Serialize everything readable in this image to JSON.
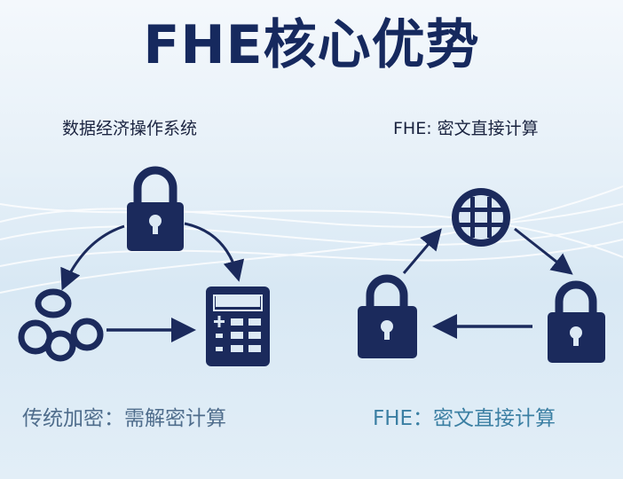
{
  "title": "FHE核心优势",
  "left_panel": {
    "subtitle": "数据经济操作系统",
    "caption": "传统加密：需解密计算",
    "icons": [
      "lock-icon",
      "chain-icon",
      "calculator-icon"
    ]
  },
  "right_panel": {
    "subtitle": "FHE: 密文直接计算",
    "caption": "FHE：密文直接计算",
    "icons": [
      "globe-icon",
      "lock-icon",
      "lock-icon"
    ]
  },
  "colors": {
    "navy": "#16295e",
    "icon": "#1b2a5c",
    "caption_left": "#4f6d8c",
    "caption_right": "#3b7fa3"
  }
}
